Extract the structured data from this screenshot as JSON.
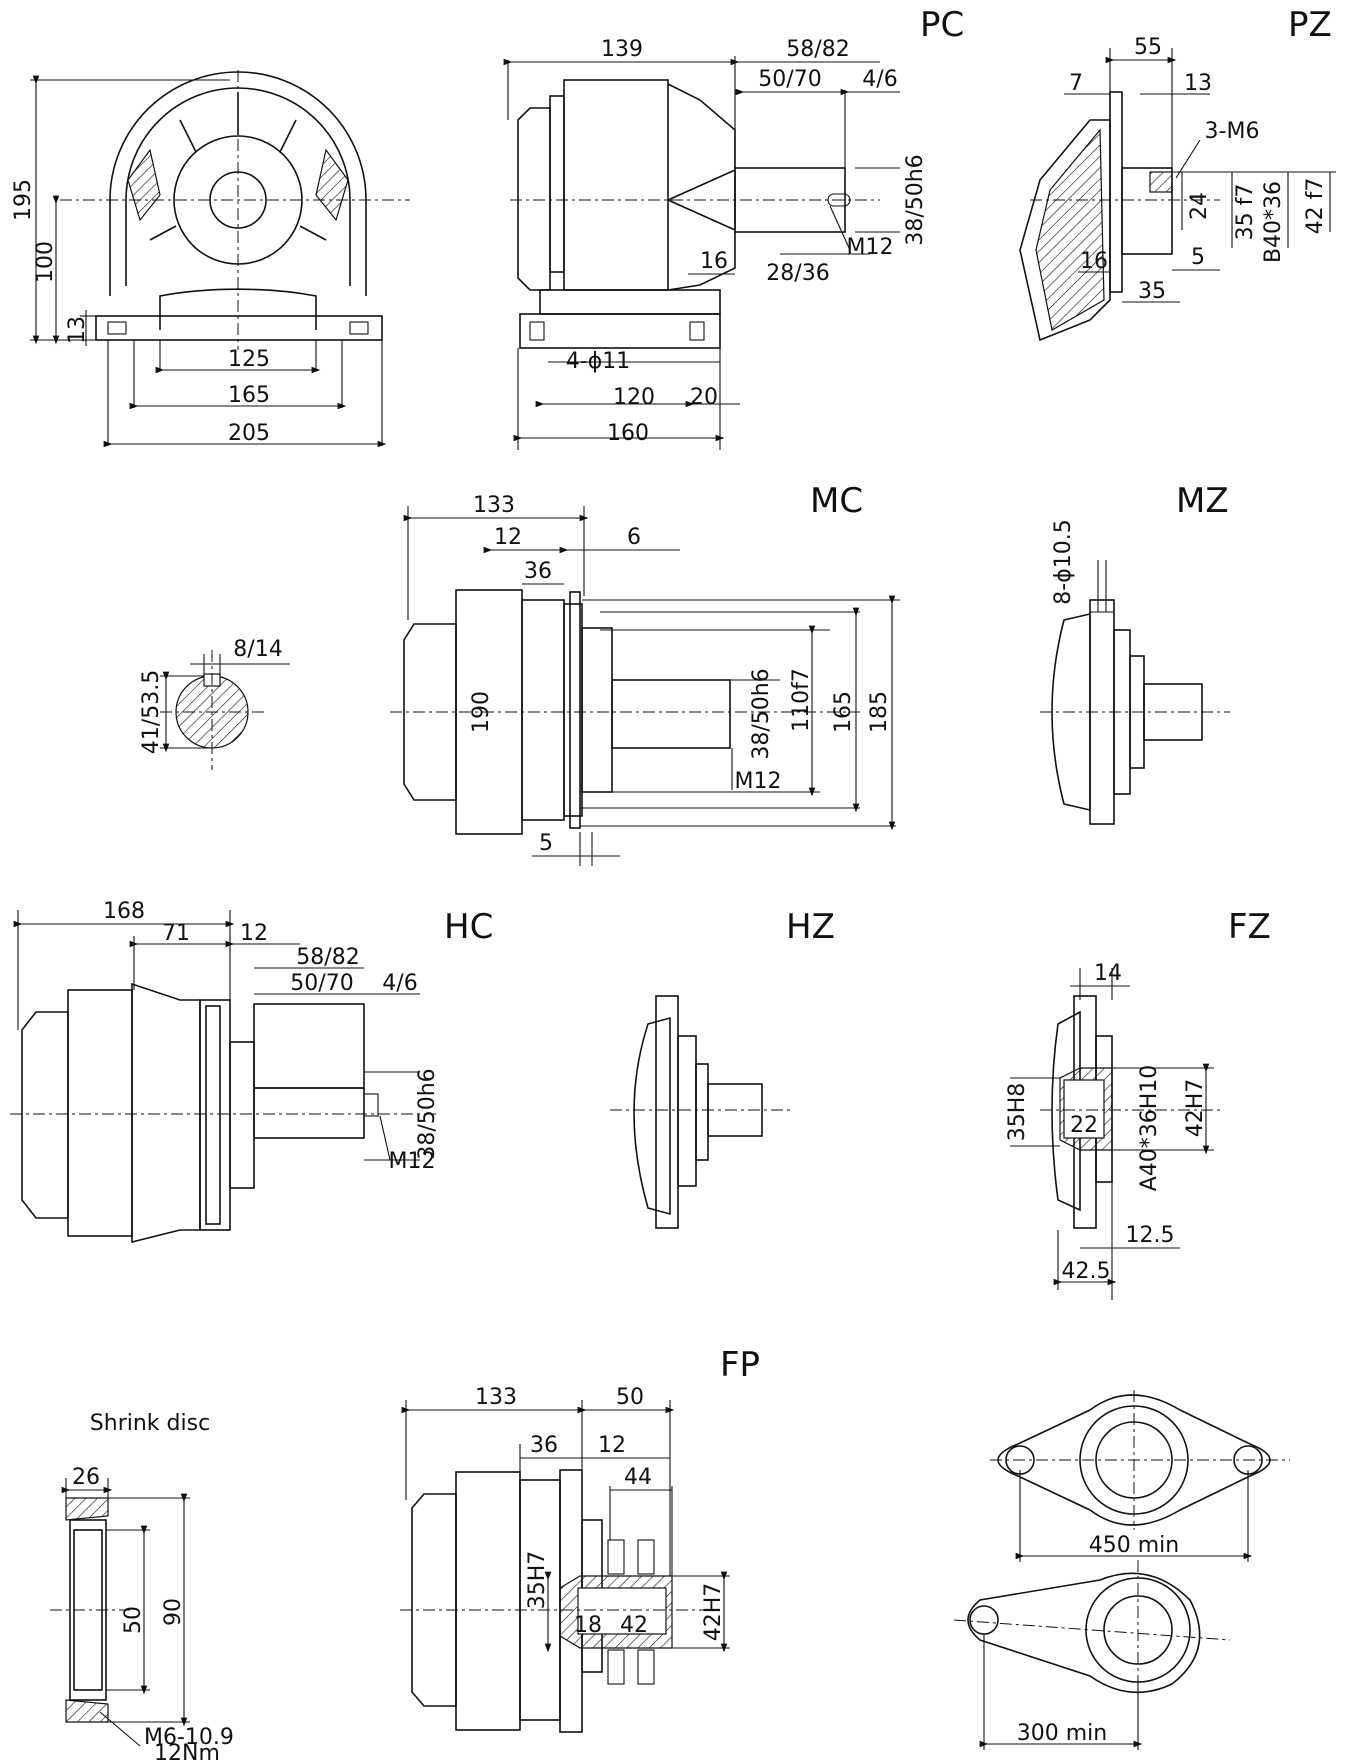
{
  "views": {
    "PC": {
      "title": "PC",
      "dims": [
        "139",
        "58/82",
        "50/70",
        "4/6",
        "38/50h6",
        "M12",
        "28/36",
        "16",
        "4-ϕ11",
        "120",
        "20",
        "160"
      ]
    },
    "PZ": {
      "title": "PZ",
      "dims": [
        "55",
        "7",
        "13",
        "3-M6",
        "24",
        "35 f7",
        "B40*36",
        "42 f7",
        "5",
        "16",
        "35"
      ]
    },
    "front": {
      "dims": [
        "195",
        "100",
        "13",
        "125",
        "165",
        "205"
      ]
    },
    "shaft": {
      "dims": [
        "8/14",
        "41/53.5"
      ]
    },
    "MC": {
      "title": "MC",
      "dims": [
        "133",
        "12",
        "6",
        "36",
        "190",
        "38/50h6",
        "110f7",
        "165",
        "185",
        "M12",
        "5"
      ]
    },
    "MZ": {
      "title": "MZ",
      "dims": [
        "8-ϕ10.5"
      ]
    },
    "HC": {
      "title": "HC",
      "dims": [
        "168",
        "71",
        "12",
        "58/82",
        "50/70",
        "4/6",
        "38/50h6",
        "M12"
      ]
    },
    "HZ": {
      "title": "HZ"
    },
    "FZ": {
      "title": "FZ",
      "dims": [
        "14",
        "35H8",
        "22",
        "A40*36H10",
        "42H7",
        "12.5",
        "42.5"
      ]
    },
    "FP": {
      "title": "FP",
      "dims": [
        "133",
        "50",
        "36",
        "12",
        "44",
        "35H7",
        "18",
        "42",
        "42H7"
      ]
    },
    "shrink": {
      "caption": "Shrink disc",
      "dims": [
        "26",
        "50",
        "90",
        "M6-10.9",
        "12Nm"
      ]
    },
    "torque": {
      "dims": [
        "450 min",
        "300 min"
      ]
    }
  }
}
